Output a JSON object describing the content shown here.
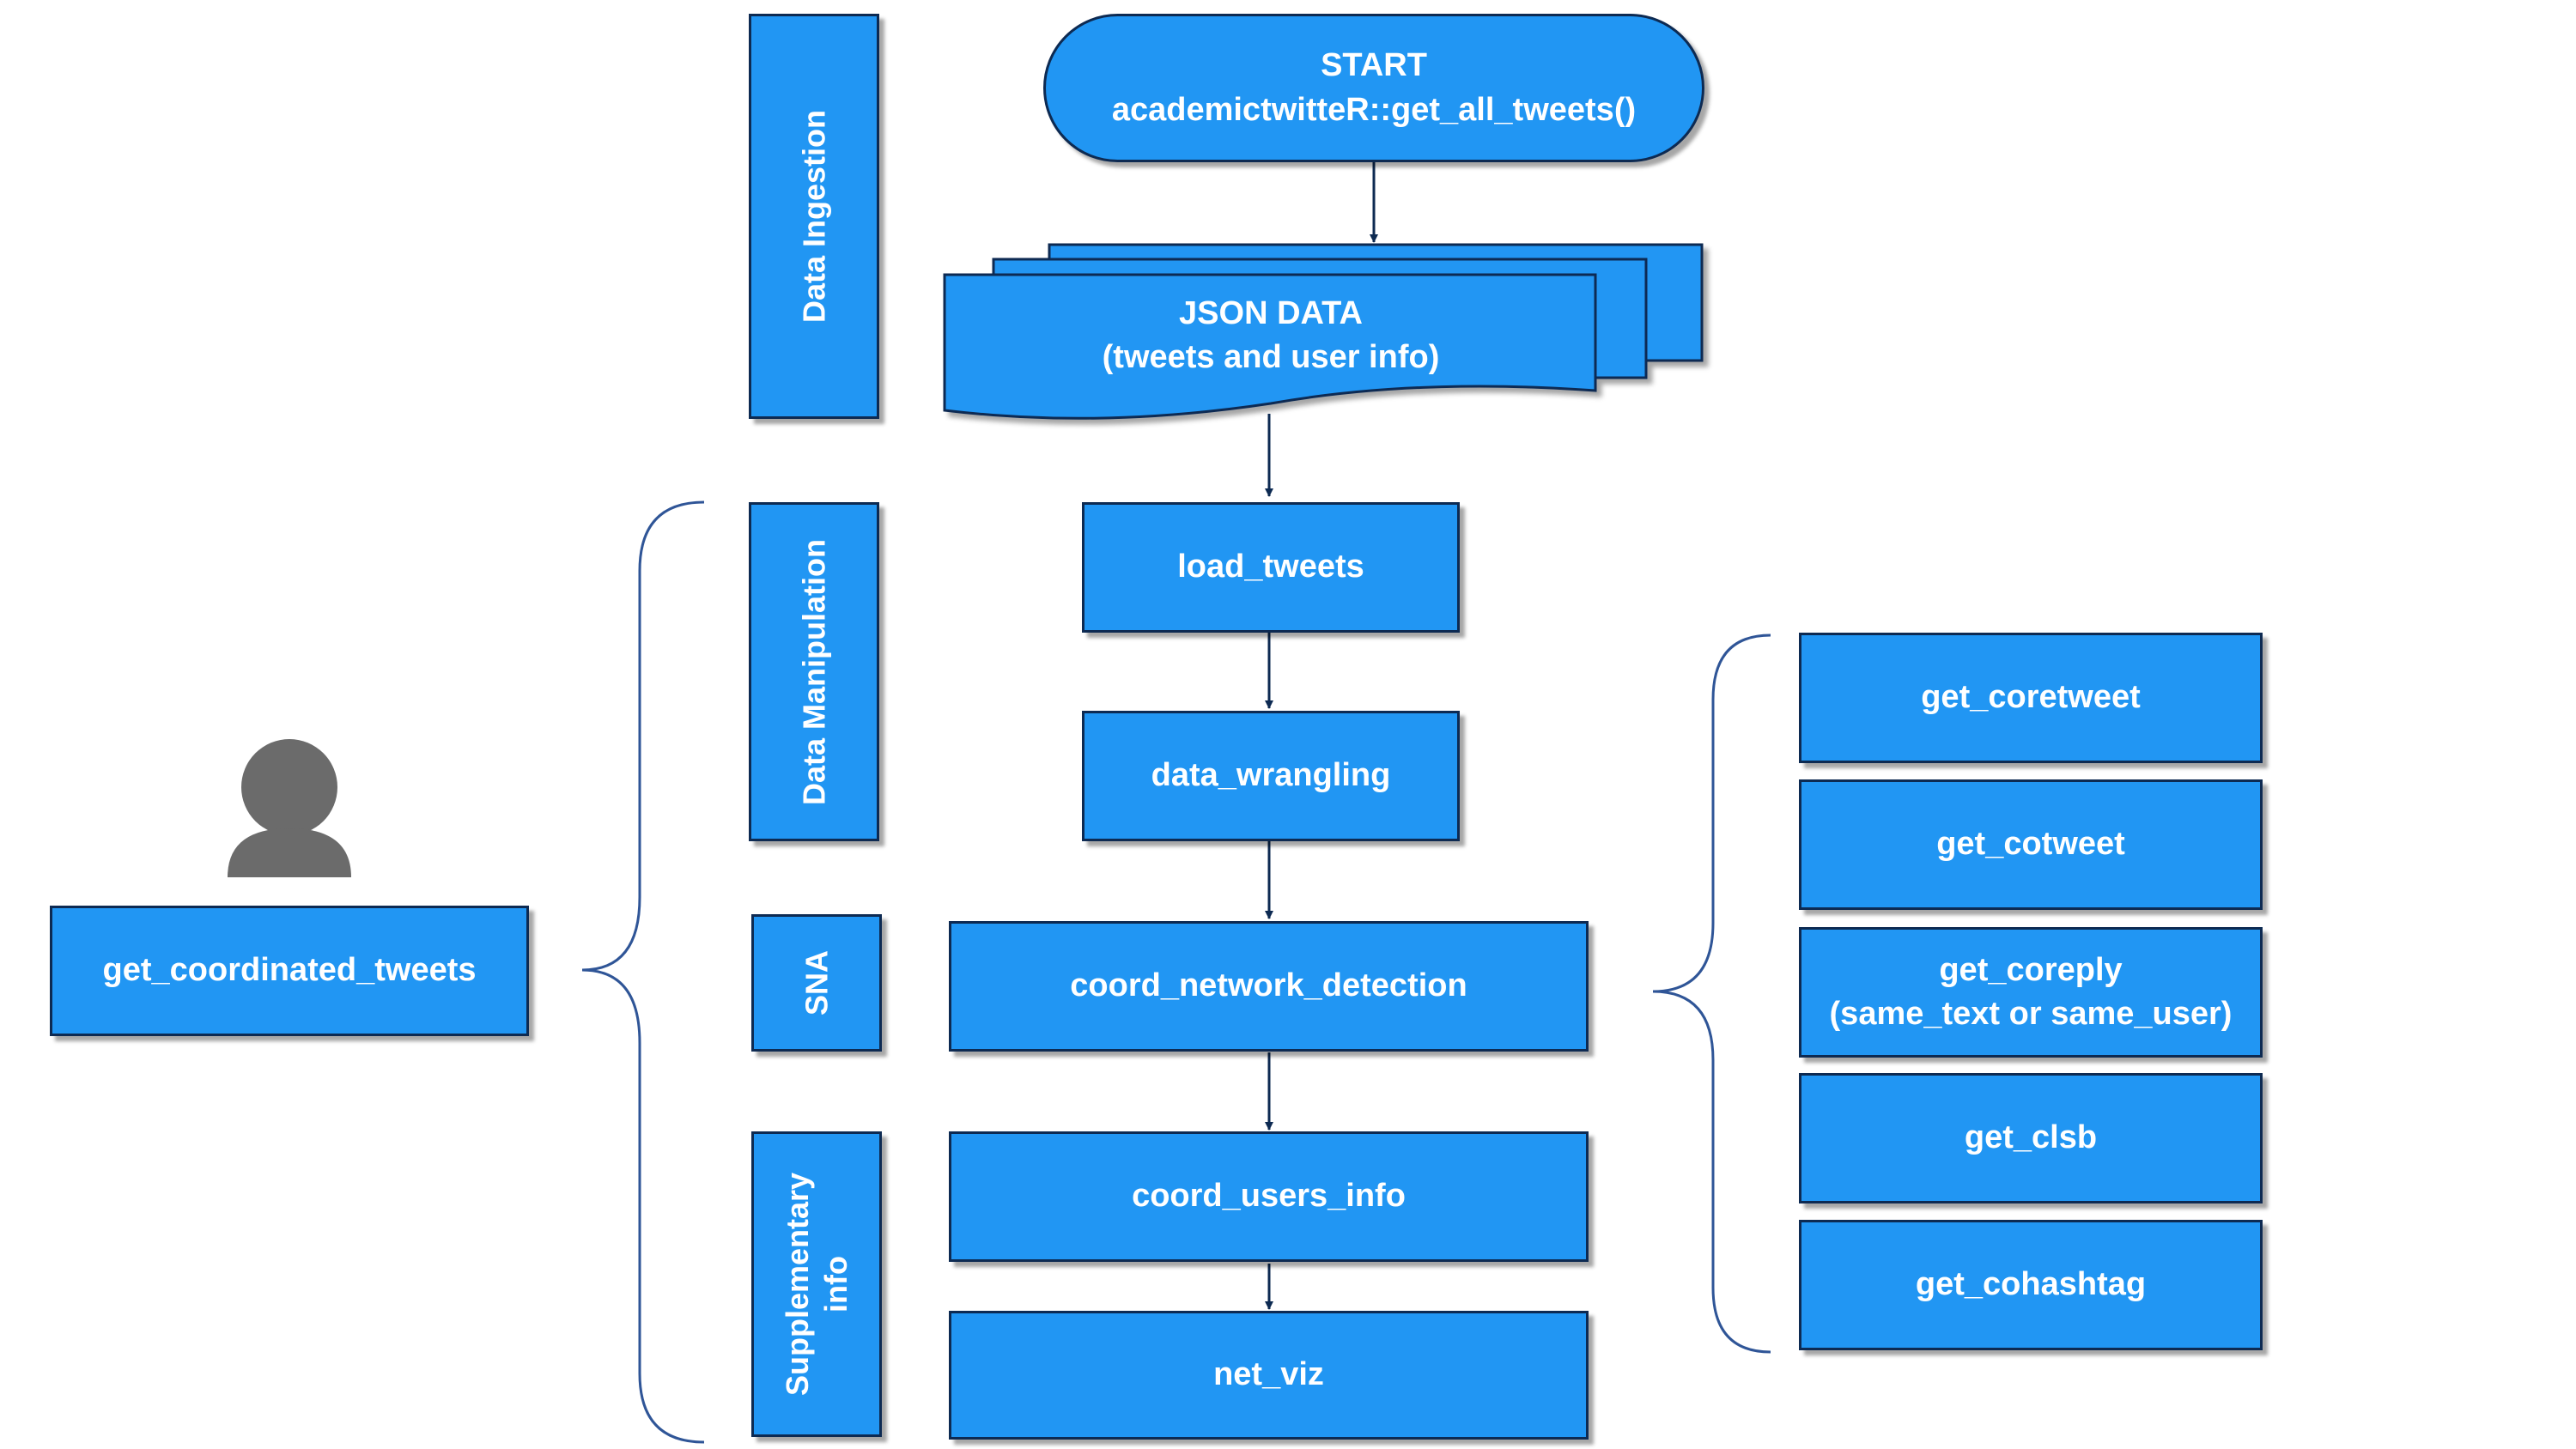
{
  "start": {
    "line1": "START",
    "line2": "academictwitteR::get_all_tweets()"
  },
  "json_data": {
    "line1": "JSON DATA",
    "line2": "(tweets and user info)"
  },
  "stages": {
    "ingestion": "Data Ingestion",
    "manipulation": "Data Manipulation",
    "sna": "SNA",
    "supplementary_line1": "Supplementary",
    "supplementary_line2": "info"
  },
  "pipeline": {
    "load_tweets": "load_tweets",
    "data_wrangling": "data_wrangling",
    "coord_network_detection": "coord_network_detection",
    "coord_users_info": "coord_users_info",
    "net_viz": "net_viz"
  },
  "entry": {
    "label": "get_coordinated_tweets",
    "icon": "user-icon"
  },
  "methods": {
    "get_coretweet": "get_coretweet",
    "get_cotweet": "get_cotweet",
    "get_coreply_line1": "get_coreply",
    "get_coreply_line2": "(same_text or same_user)",
    "get_clsb": "get_clsb",
    "get_cohashtag": "get_cohashtag"
  },
  "colors": {
    "box_fill": "#2196F3",
    "box_border": "#0D2A52",
    "brace": "#2F5597",
    "user_icon": "#6B6B6B"
  }
}
